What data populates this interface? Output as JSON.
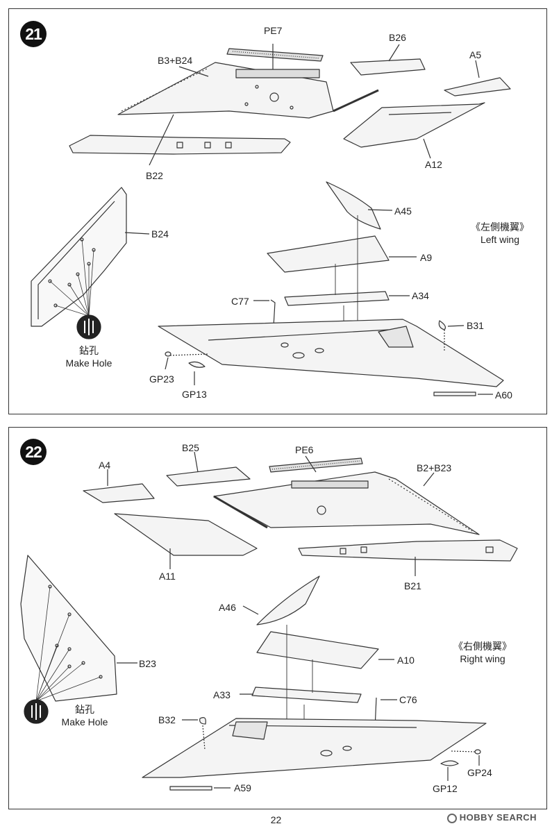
{
  "step21": {
    "number": "21",
    "wing_title_cn": "《左側機翼》",
    "wing_title_en": "Left wing",
    "make_hole_cn": "鉆孔",
    "make_hole_en": "Make Hole",
    "labels": {
      "pe7": "PE7",
      "b3b24": "B3+B24",
      "b26": "B26",
      "a5": "A5",
      "b22": "B22",
      "a12": "A12",
      "b24": "B24",
      "a45": "A45",
      "a9": "A9",
      "c77": "C77",
      "a34": "A34",
      "b31": "B31",
      "gp23": "GP23",
      "gp13": "GP13",
      "a60": "A60"
    }
  },
  "step22": {
    "number": "22",
    "wing_title_cn": "《右側機翼》",
    "wing_title_en": "Right wing",
    "make_hole_cn": "鉆孔",
    "make_hole_en": "Make Hole",
    "labels": {
      "b25": "B25",
      "pe6": "PE6",
      "a4": "A4",
      "b2b23": "B2+B23",
      "a11": "A11",
      "b21": "B21",
      "a46": "A46",
      "a10": "A10",
      "b23": "B23",
      "a33": "A33",
      "c76": "C76",
      "b32": "B32",
      "gp24": "GP24",
      "gp12": "GP12",
      "a59": "A59"
    }
  },
  "page_number": "22",
  "watermark": "HOBBY SEARCH"
}
